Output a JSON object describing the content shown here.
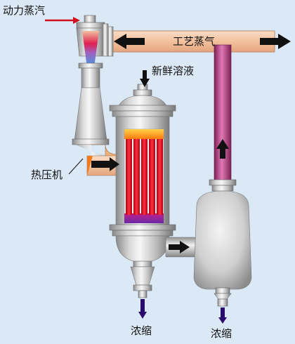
{
  "labels": {
    "motive_steam": "动力蒸汽",
    "process_steam": "工艺蒸气",
    "fresh_solution": "新鲜溶液",
    "thermocompressor": "热压机",
    "concentrate_left": "浓缩",
    "concentrate_right": "浓缩"
  },
  "colors": {
    "background": "#dbe9f6",
    "steam_pipe": "#f5c9a8",
    "vapor_column": "#c43a8c",
    "heating_tubes": "#e8101e",
    "arrow": "#111111",
    "inlet_arrow": "#d0101c",
    "outlet_arrow": "#2a0a6e"
  }
}
